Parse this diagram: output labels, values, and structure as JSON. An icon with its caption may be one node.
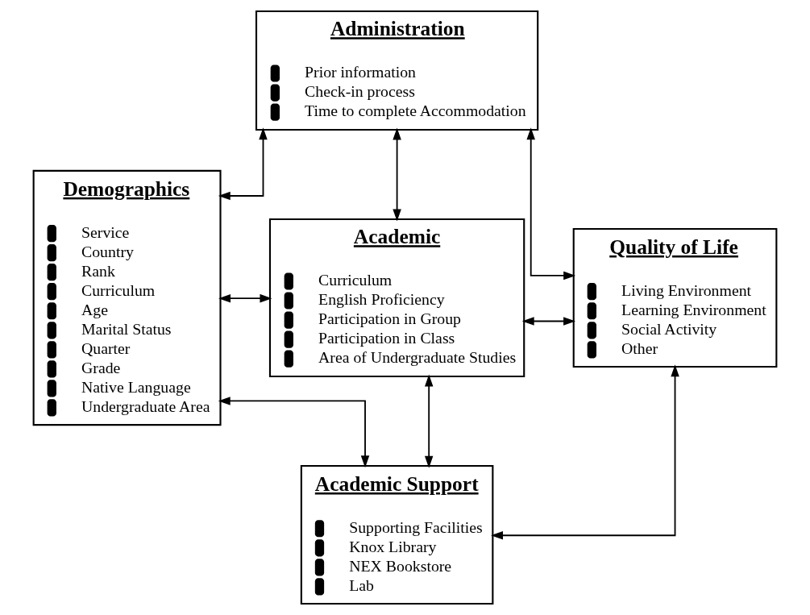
{
  "diagram": {
    "nodes": [
      {
        "text": [
          "Administration",
          "Prior information",
          "Check-in process",
          "Time to complete Accommodation"
        ]
      },
      {
        "text": [
          "Demographics",
          "Service",
          "Country",
          "Rank",
          "Curriculum",
          "Age",
          "Marital Status",
          "Quarter",
          "Grade",
          "Native Language",
          "Undergraduate Area"
        ]
      },
      {
        "text": [
          "Academic",
          "Curriculum",
          "English Proficiency",
          "Participation in Group",
          "Participation in Class",
          "Area of Undergraduate Studies"
        ]
      },
      {
        "text": [
          "Quality of Life",
          "Living Environment",
          "Learning Environment",
          "Social Activity",
          "Other"
        ]
      },
      {
        "text": [
          "Academic Support",
          "Supporting Facilities",
          "Knox Library",
          "NEX Bookstore",
          "Lab"
        ]
      }
    ],
    "edges": [
      {
        "from": 1,
        "to": 0,
        "arrow": "both"
      },
      {
        "from": 0,
        "to": 3,
        "arrow": "both"
      },
      {
        "from": 0,
        "to": 2,
        "arrow": "both"
      },
      {
        "from": 1,
        "to": 2,
        "arrow": "both"
      },
      {
        "from": 2,
        "to": 3,
        "arrow": "both"
      },
      {
        "from": 2,
        "to": 4,
        "arrow": "both"
      },
      {
        "from": 1,
        "to": 4,
        "arrow": "both"
      },
      {
        "from": 4,
        "to": 3,
        "arrow": "both"
      }
    ]
  }
}
